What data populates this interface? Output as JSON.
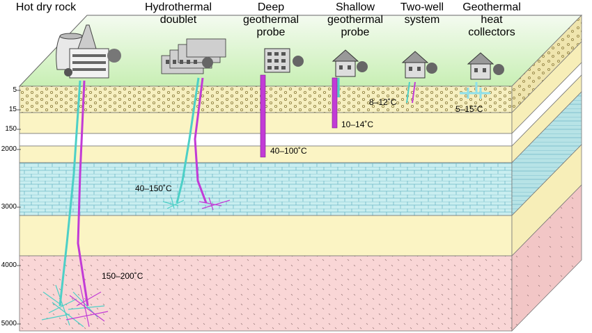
{
  "systems": [
    {
      "key": "hot_dry_rock",
      "title": "Hot dry rock"
    },
    {
      "key": "hydrothermal_doublet",
      "title": "Hydrothermal doublet"
    },
    {
      "key": "deep_probe",
      "title": "Deep geothermal probe"
    },
    {
      "key": "shallow_probe",
      "title": "Shallow geothermal probe"
    },
    {
      "key": "two_well",
      "title": "Two-well system"
    },
    {
      "key": "heat_collectors",
      "title": "Geothermal heat collectors"
    }
  ],
  "depths": [
    "5",
    "15",
    "150",
    "2000",
    "3000",
    "4000",
    "5000"
  ],
  "temperatures": {
    "heat_collectors": "5–15˚C",
    "two_well": "8–12˚C",
    "shallow_probe": "10–14˚C",
    "deep_probe": "40–100˚C",
    "hydrothermal_doublet": "40–150˚C",
    "hot_dry_rock": "150–200˚C"
  },
  "colors": {
    "surface": "#d6f5c6",
    "gravel_layer": "#f6efc0",
    "sand_layer": "#fbf4c4",
    "white_band": "#ffffff",
    "limestone": "#c9eef0",
    "rock": "#f9d6d6",
    "cold_pipe": "#4dd0c7",
    "hot_pipe": "#c23bd6"
  }
}
